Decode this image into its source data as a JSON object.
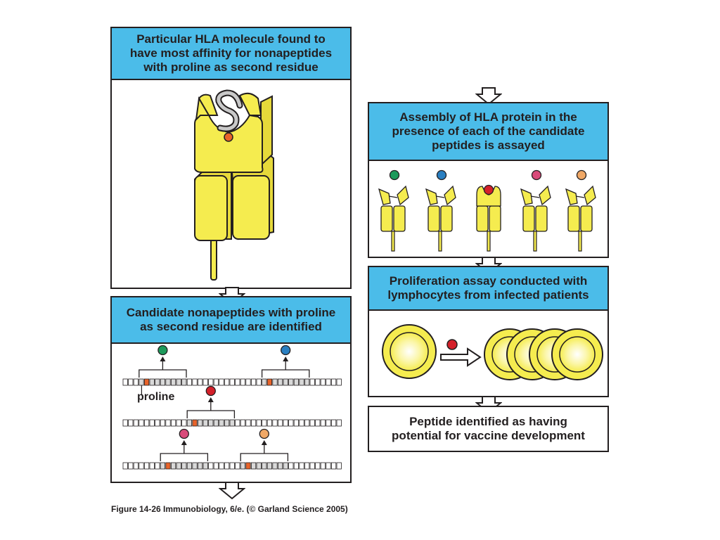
{
  "panels": {
    "hla_affinity": "Particular HLA molecule found to\nhave most affinity for nonapeptides\nwith proline as second residue",
    "candidates": "Candidate nonapeptides with proline\nas second residue are identified",
    "assembly": "Assembly of HLA protein in the\npresence of each of the candidate\npeptides is assayed",
    "proliferation": "Proliferation assay conducted with\nlymphocytes from infected patients",
    "identified": "Peptide identified as having\npotential for vaccine development"
  },
  "labels": {
    "proline": "proline"
  },
  "caption": "Figure 14-26  Immunobiology, 6/e. (© Garland Science 2005)",
  "colors": {
    "header_blue": "#4bbce9",
    "hla_yellow": "#f5ec4f",
    "proline_orange": "#e8632a",
    "outline": "#231f20",
    "peptide_green": "#1d9a5b",
    "peptide_blue": "#2a7fc1",
    "peptide_red": "#d4202a",
    "peptide_pink": "#d94b7a",
    "peptide_orange": "#f0a866"
  }
}
